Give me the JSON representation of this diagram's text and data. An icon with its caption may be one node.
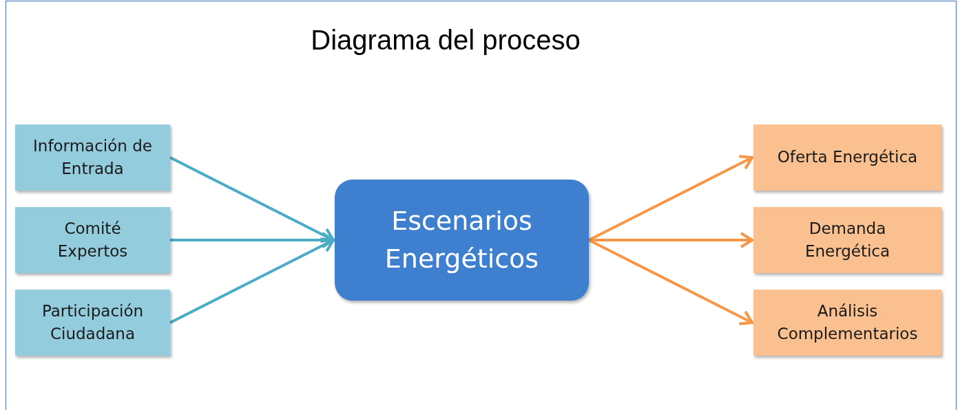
{
  "diagram": {
    "title": "Diagrama del proceso",
    "nodes": [
      {
        "text": [
          "Información de Entrada"
        ]
      },
      {
        "text": [
          "Comité Expertos"
        ]
      },
      {
        "text": [
          "Participación Ciudadana"
        ]
      },
      {
        "text": [
          "Escenarios Energéticos"
        ]
      },
      {
        "text": [
          "Oferta Energética"
        ]
      },
      {
        "text": [
          "Demanda Energética"
        ]
      },
      {
        "text": [
          "Análisis Complementarios"
        ]
      }
    ],
    "edges": [
      {
        "from": 0,
        "to": 3,
        "arrow": "to",
        "color": "#4bacc6"
      },
      {
        "from": 1,
        "to": 3,
        "arrow": "to",
        "color": "#4bacc6"
      },
      {
        "from": 2,
        "to": 3,
        "arrow": "to",
        "color": "#4bacc6"
      },
      {
        "from": 3,
        "to": 4,
        "arrow": "to",
        "color": "#f79646"
      },
      {
        "from": 3,
        "to": 5,
        "arrow": "to",
        "color": "#f79646"
      },
      {
        "from": 3,
        "to": 6,
        "arrow": "to",
        "color": "#f79646"
      }
    ]
  }
}
